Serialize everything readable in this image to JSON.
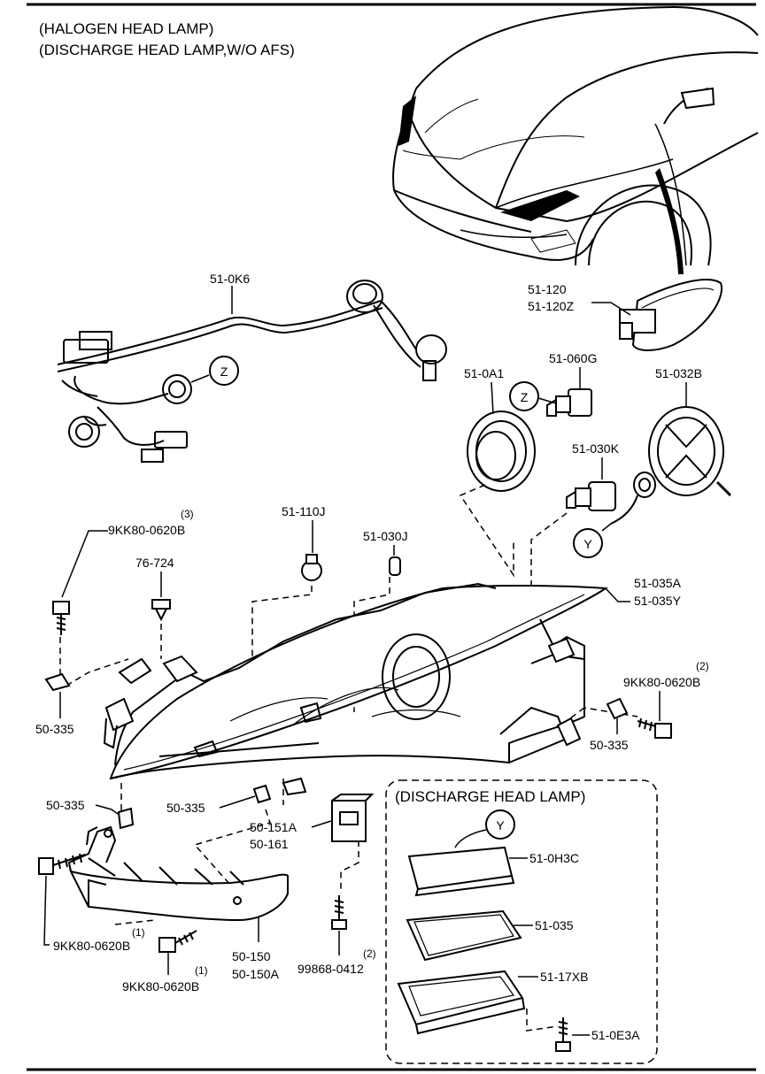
{
  "header": {
    "line1": "(HALOGEN HEAD LAMP)",
    "line2": "(DISCHARGE HEAD LAMP,W/O AFS)"
  },
  "inset": {
    "title": "(DISCHARGE HEAD LAMP)"
  },
  "parts": {
    "p_510k6": "51-0K6",
    "p_51120": "51-120",
    "p_51120z": "51-120Z",
    "p_510a1": "51-0A1",
    "p_51060g": "51-060G",
    "p_51032b": "51-032B",
    "p_51030k": "51-030K",
    "p_51110j": "51-110J",
    "p_51030j": "51-030J",
    "p_76724": "76-724",
    "p_9kk_top_left": "9KK80-0620B",
    "p_9kk_top_left_qty": "(3)",
    "p_51035a": "51-035A",
    "p_51035y": "51-035Y",
    "p_9kk_right": "9KK80-0620B",
    "p_9kk_right_qty": "(2)",
    "p_50335_left": "50-335",
    "p_50335_right": "50-335",
    "p_50335_lower_left": "50-335",
    "p_50335_mid": "50-335",
    "p_50151a": "50-151A",
    "p_50161": "50-161",
    "p_9kk_lower_1": "9KK80-0620B",
    "p_9kk_lower_1_qty": "(1)",
    "p_50150": "50-150",
    "p_50150a": "50-150A",
    "p_9kk_lower_2": "9KK80-0620B",
    "p_9kk_lower_2_qty": "(1)",
    "p_99868": "99868-0412",
    "p_99868_qty": "(2)",
    "p_510h3c": "51-0H3C",
    "p_51035": "51-035",
    "p_5117xb": "51-17XB",
    "p_510e3a": "51-0E3A"
  },
  "callouts": {
    "z1": "Z",
    "z2": "Z",
    "y1": "Y",
    "y2": "Y"
  },
  "colors": {
    "ink": "#000000",
    "paper": "#ffffff"
  }
}
